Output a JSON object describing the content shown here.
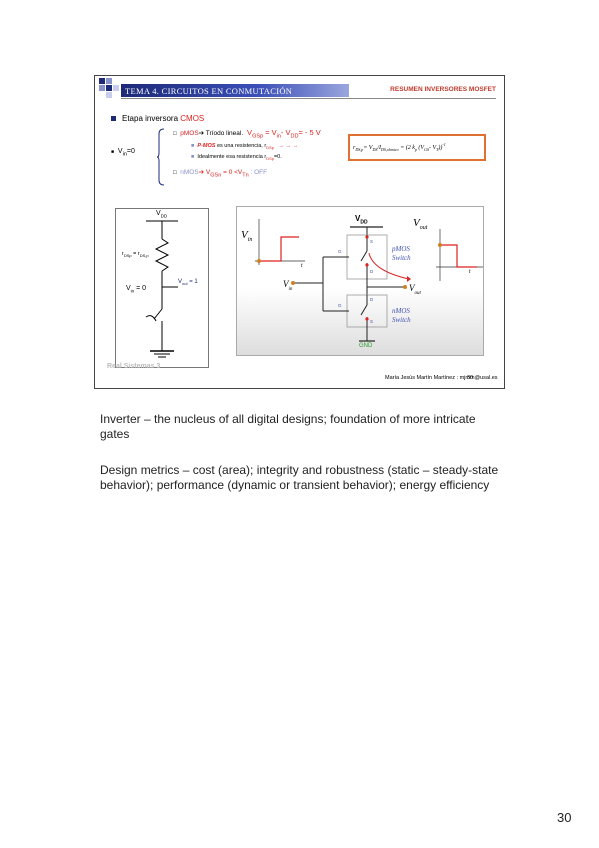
{
  "slide": {
    "title": "TEMA 4. CIRCUITOS EN CONMUTACIÓN",
    "section_right": "RESUMEN INVERSORES MOSFET",
    "bullet_main": "Etapa inversora",
    "bullet_main_red": "CMOS",
    "vin_label": "V",
    "vin_sub": "in",
    "vin_val": "=0",
    "pmos_label": "pMOS",
    "pmos_arrow": "➔ Tríodo lineal.",
    "pmos_eq_a": "V",
    "pmos_eq_b": "GSp",
    "pmos_eq_c": " = V",
    "pmos_eq_d": "in",
    "pmos_eq_e": "- V",
    "pmos_eq_f": "DD",
    "pmos_eq_g": "= - 5 V",
    "sub1a": "P-MOS",
    "sub1b": " es una resistencia, r",
    "sub1c": "DSp",
    "sub1d": "→ → →",
    "sub2a": "Idealmente esa resistencia r",
    "sub2b": "DSp",
    "sub2c": "=0.",
    "nmos_label": "nMOS",
    "nmos_eq": "➔ V",
    "nmos_eq_sub": "GSn",
    "nmos_eq_rest": " = 0 <V",
    "nmos_eq_sub2": "Tn",
    "nmos_eq_off": " : OFF",
    "formula_text": "r",
    "formula_sub": "DS,p",
    "formula_rhs": "= V",
    "formula_rhs_sub": "DS",
    "formula_div": "I",
    "formula_div_sub": "DS,ohmico",
    "formula_end": "= (2 k",
    "formula_end2": "(V",
    "formula_end3": "- V",
    "formula_end4": "))",
    "formula_exp": "-1",
    "left_fig": {
      "vdd": "V",
      "vdd_sub": "DD",
      "r_label": "r",
      "r_sub": "DSp",
      "r_eq": " = r",
      "r_sub2": "DS,p",
      "vout": "V",
      "vout_sub": "out",
      "vout_val": " = 1",
      "vin": "V",
      "vin_sub": "in",
      "vin_val": " = 0"
    },
    "photo": {
      "vdd": "V",
      "vdd_sub": "DD",
      "vin": "V",
      "vin_sub": "in",
      "vout": "V",
      "vout_sub": "out",
      "vin_mid": "V",
      "vin_mid_sub": "in",
      "vout_mid": "V",
      "vout_mid_sub": "out",
      "pmos": "pMOS",
      "pmos2": "Switch",
      "nmos": "nMOS",
      "nmos2": "Switch",
      "gnd": "GND",
      "t1": "t",
      "t2": "t",
      "g1": "G",
      "g2": "G",
      "s1": "S",
      "d1": "D",
      "d2": "D",
      "s2": "S"
    },
    "footer_left": "Real Sistemas 3",
    "footer_name": "María Jesús Martín Martínez : mjmm@usal.es",
    "footer_num": "30"
  },
  "notes": {
    "para1": "Inverter – the nucleus of all digital designs; foundation of more intricate gates",
    "para2": "Design metrics – cost (area); integrity and robustness (static – steady-state behavior); performance (dynamic or transient behavior); energy efficiency"
  },
  "page_number": "30",
  "colors": {
    "header_blue": "#1c2a78",
    "accent_red": "#d22222",
    "formula_border": "#e07030"
  }
}
